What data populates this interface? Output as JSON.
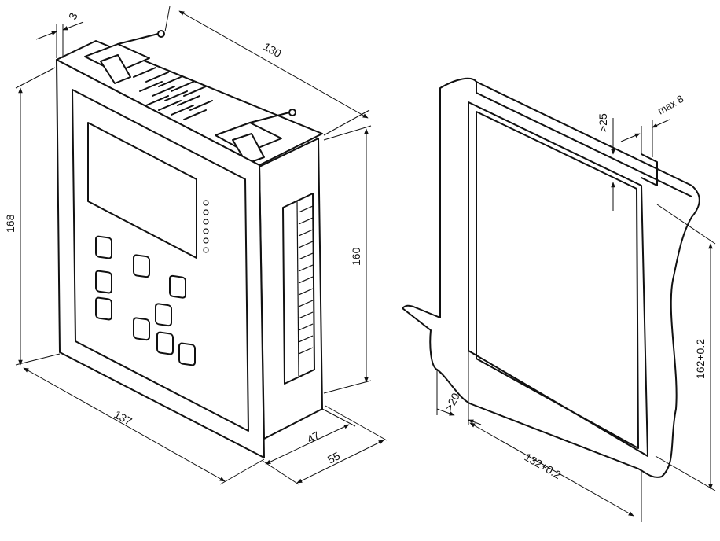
{
  "colors": {
    "line": "#111111",
    "background": "#ffffff"
  },
  "device_dims": {
    "bezel_offset": "3",
    "depth_total": "130",
    "height_front": "168",
    "height_body": "160",
    "width_front": "137",
    "depth_body": "47",
    "depth_overall": "55"
  },
  "panel_dims": {
    "cutout_margin_top": ">25",
    "panel_thickness": "max 8",
    "cutout_height": "162+0.2",
    "cutout_margin_side": ">20",
    "cutout_width": "132+0.2"
  }
}
